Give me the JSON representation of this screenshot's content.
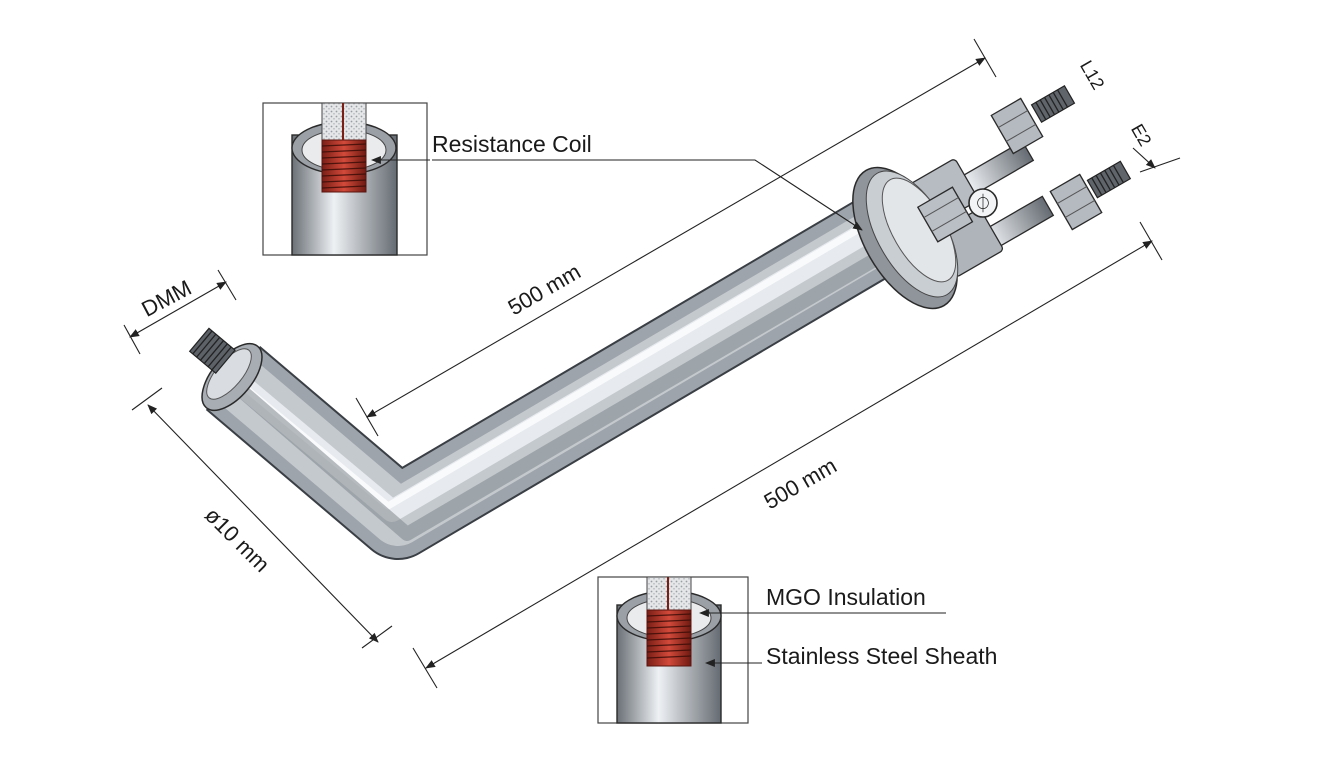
{
  "callouts": {
    "resistance_coil": "Resistance Coil",
    "mgo_insulation": "MGO Insulation",
    "sheath": "Stainless Steel Sheath"
  },
  "dimensions": {
    "upper_length": "500 mm",
    "lower_length": "500 mm",
    "diameter": "ø10 mm",
    "end_width": "DMM",
    "terminal_1": "L12",
    "terminal_2": "E2"
  },
  "symbols": {
    "ground": "⏀"
  },
  "colors": {
    "steel": "#b9bec4",
    "coil": "#b0352a",
    "outline": "#2a2a2a"
  }
}
